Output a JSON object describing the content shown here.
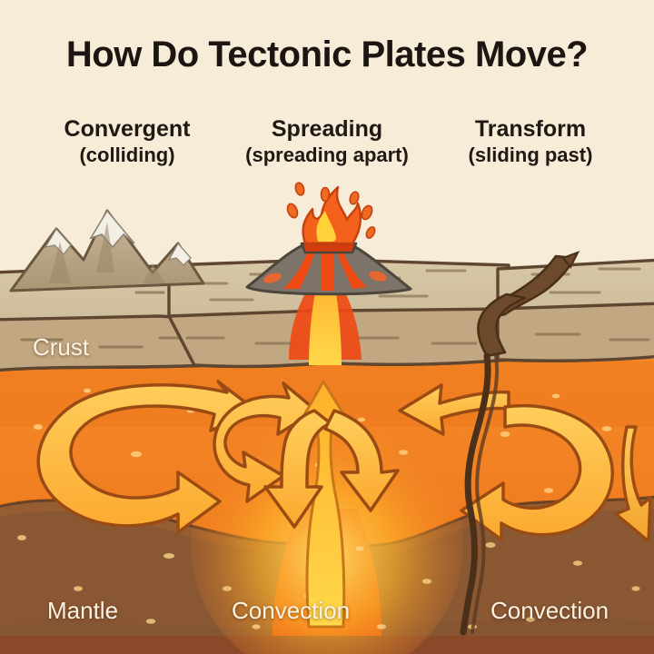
{
  "page": {
    "title": "How Do Tectonic Plates Move?",
    "background_color": "#f7ecd8",
    "title_color": "#1c1512"
  },
  "columns": [
    {
      "id": "convergent",
      "heading": "Convergent",
      "subheading": "(colliding)"
    },
    {
      "id": "spreading",
      "heading": "Spreading",
      "subheading": "(spreading apart)"
    },
    {
      "id": "transform",
      "heading": "Transform",
      "subheading": "(sliding past)"
    }
  ],
  "layer_labels": {
    "crust": "Crust",
    "mantle": "Mantle",
    "convection_left": "Convection",
    "convection_right": "Convection"
  },
  "colors": {
    "background": "#f7ecd8",
    "crust_top": "#cfc0a0",
    "crust_face": "#c2a882",
    "crust_outline": "#5e4630",
    "mantle_upper": "#f07d20",
    "mantle_mid": "#e85f14",
    "mantle_deep": "#8a4a2a",
    "magma_bright": "#ffc42e",
    "arrow_fill": "#fcb23c",
    "arrow_outline": "#9a4b14",
    "fault_crack": "#5a3a22",
    "volcano_cone": "#7d7368",
    "lava_red": "#ef4a14",
    "flame_yellow": "#ffd23a",
    "mountain_rock": "#b7a384",
    "mountain_snow": "#f3efe4",
    "label_text": "#fbf3e3"
  },
  "scene": {
    "mountains": {
      "name": "snow-capped-mountains",
      "peaks": 3
    },
    "volcano": {
      "name": "erupting-volcano",
      "ejecta_count": 6
    },
    "fault": {
      "name": "transform-fault-crack"
    },
    "convection_cells": [
      {
        "id": "left-cell",
        "direction": "clockwise"
      },
      {
        "id": "left-inner-cell",
        "direction": "clockwise"
      },
      {
        "id": "rising-plume",
        "direction": "upward"
      },
      {
        "id": "right-cell",
        "direction": "counterclockwise"
      },
      {
        "id": "far-right-cell",
        "direction": "counterclockwise"
      }
    ],
    "plates": [
      {
        "id": "plate-left",
        "motion": "converging-right"
      },
      {
        "id": "plate-mid-left",
        "motion": "spreading-left"
      },
      {
        "id": "plate-mid-right",
        "motion": "spreading-right"
      },
      {
        "id": "plate-right",
        "motion": "sliding"
      }
    ]
  }
}
